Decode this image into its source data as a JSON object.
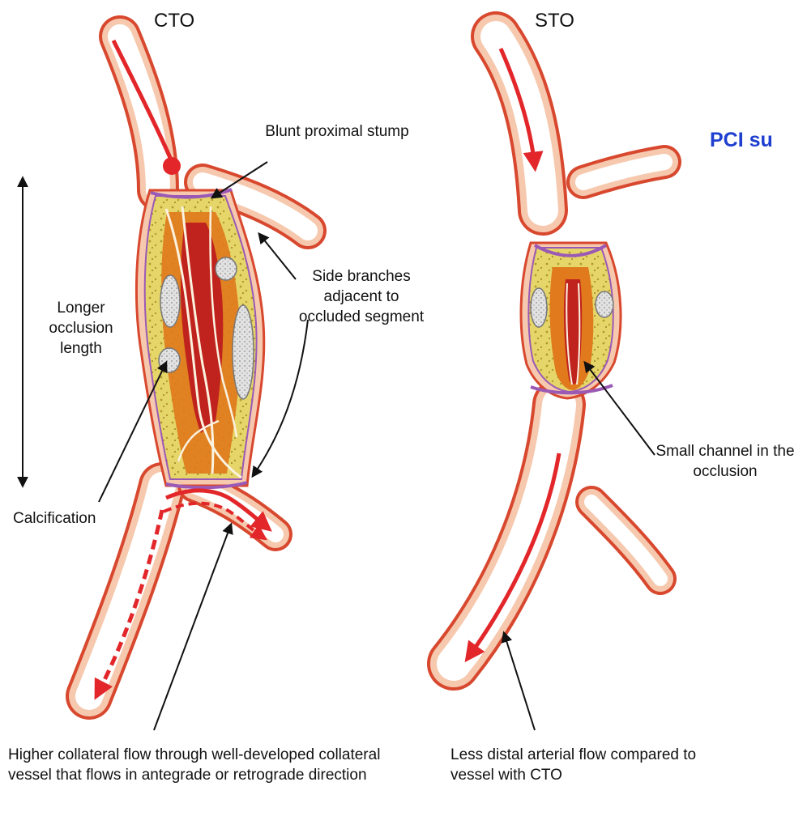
{
  "panels": {
    "cto": {
      "title": "CTO",
      "labels": {
        "stump": "Blunt proximal stump",
        "side_branches": "Side branches adjacent to occluded segment",
        "length": "Longer occlusion length",
        "calcification": "Calcification",
        "collateral": "Higher collateral flow through well-developed collateral vessel that flows in antegrade or retrograde direction"
      }
    },
    "sto": {
      "title": "STO",
      "labels": {
        "channel": "Small channel in the occlusion",
        "distal_flow": "Less distal arterial flow compared to vessel with CTO"
      }
    }
  },
  "cut_text": "PCI su",
  "colors": {
    "vessel_wall": "#f0b79a",
    "vessel_edge": "#d8482e",
    "flow_arrow": "#e2262a",
    "plaque_yellow": "#e6d66a",
    "plaque_orange": "#e07a1c",
    "plaque_red": "#c0231d",
    "calcium": "#dcdcdc",
    "cap": "#9b59b6",
    "cut_text": "#1f3fd0"
  }
}
